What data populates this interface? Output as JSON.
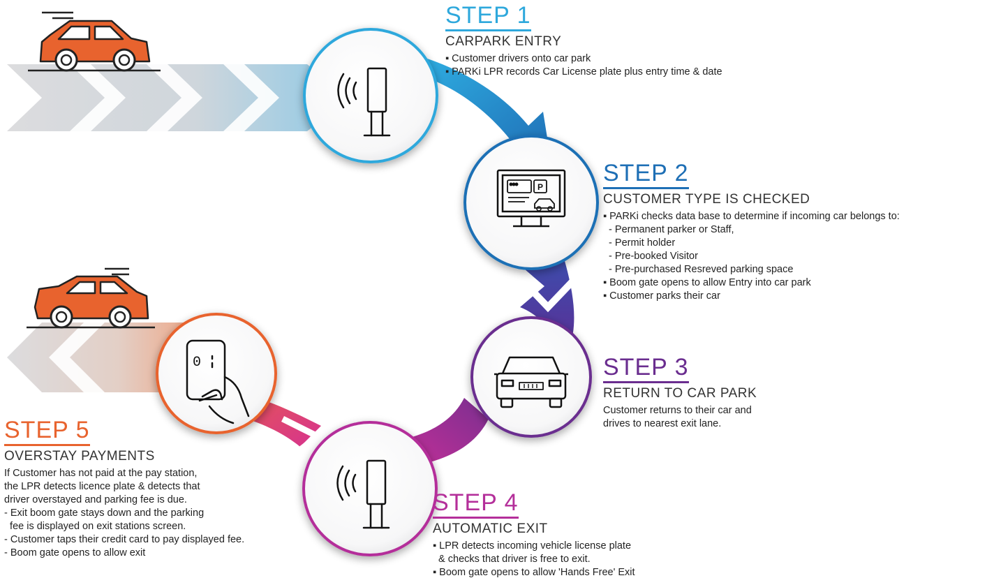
{
  "colors": {
    "step1": "#2ea8dc",
    "step2": "#1e6fb5",
    "step3": "#6a2d8f",
    "step4": "#b42f9a",
    "step5": "#e8632e",
    "car": "#e8632e",
    "chevron_grey": "#d9d9db"
  },
  "icons": {
    "step1": "lpr-camera-icon",
    "step2": "monitor-database-icon",
    "step3": "car-front-icon",
    "step4": "lpr-camera-icon",
    "step5": "hand-card-payment-icon",
    "entry_car": "car-icon",
    "exit_car": "car-icon"
  },
  "steps": [
    {
      "title": "STEP 1",
      "subtitle": "CARPARK ENTRY",
      "lines": [
        "▪ Customer drivers onto car park",
        "▪ PARKi LPR records Car License plate plus entry time & date"
      ]
    },
    {
      "title": "STEP 2",
      "subtitle": "CUSTOMER TYPE IS CHECKED",
      "lines": [
        "▪ PARKi checks data base to determine if incoming car belongs to:",
        "  - Permanent parker or Staff,",
        "  - Permit holder",
        "  - Pre-booked Visitor",
        "  - Pre-purchased Resreved parking space",
        "▪ Boom gate opens to allow Entry into car park",
        "▪ Customer parks their car"
      ]
    },
    {
      "title": "STEP 3",
      "subtitle": "RETURN TO CAR PARK",
      "lines": [
        "Customer returns to their car and",
        "drives to nearest exit lane."
      ]
    },
    {
      "title": "STEP 4",
      "subtitle": "AUTOMATIC EXIT",
      "lines": [
        "▪ LPR detects incoming vehicle license plate",
        "  & checks that driver is free to exit.",
        "▪ Boom gate opens to allow 'Hands Free' Exit"
      ]
    },
    {
      "title": "STEP 5",
      "subtitle": "OVERSTAY PAYMENTS",
      "lines": [
        "If Customer has not paid at the pay station,",
        "the LPR detects licence plate & detects that",
        "driver overstayed and parking fee is due.",
        "- Exit boom gate stays down and the parking",
        "  fee is displayed on exit stations screen.",
        "- Customer taps their credit card to pay displayed fee.",
        "- Boom gate opens to allow exit"
      ]
    }
  ]
}
